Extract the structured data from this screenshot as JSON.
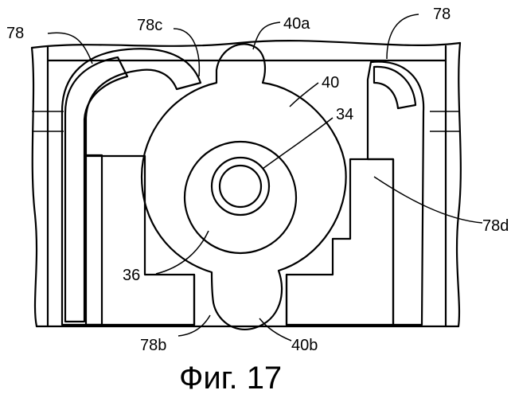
{
  "labels": {
    "l78_left": "78",
    "l78c": "78c",
    "l40a": "40a",
    "l78_right": "78",
    "l40": "40",
    "l34": "34",
    "l78d": "78d",
    "l36": "36",
    "l78b": "78b",
    "l40b": "40b"
  },
  "caption": "Фиг. 17"
}
